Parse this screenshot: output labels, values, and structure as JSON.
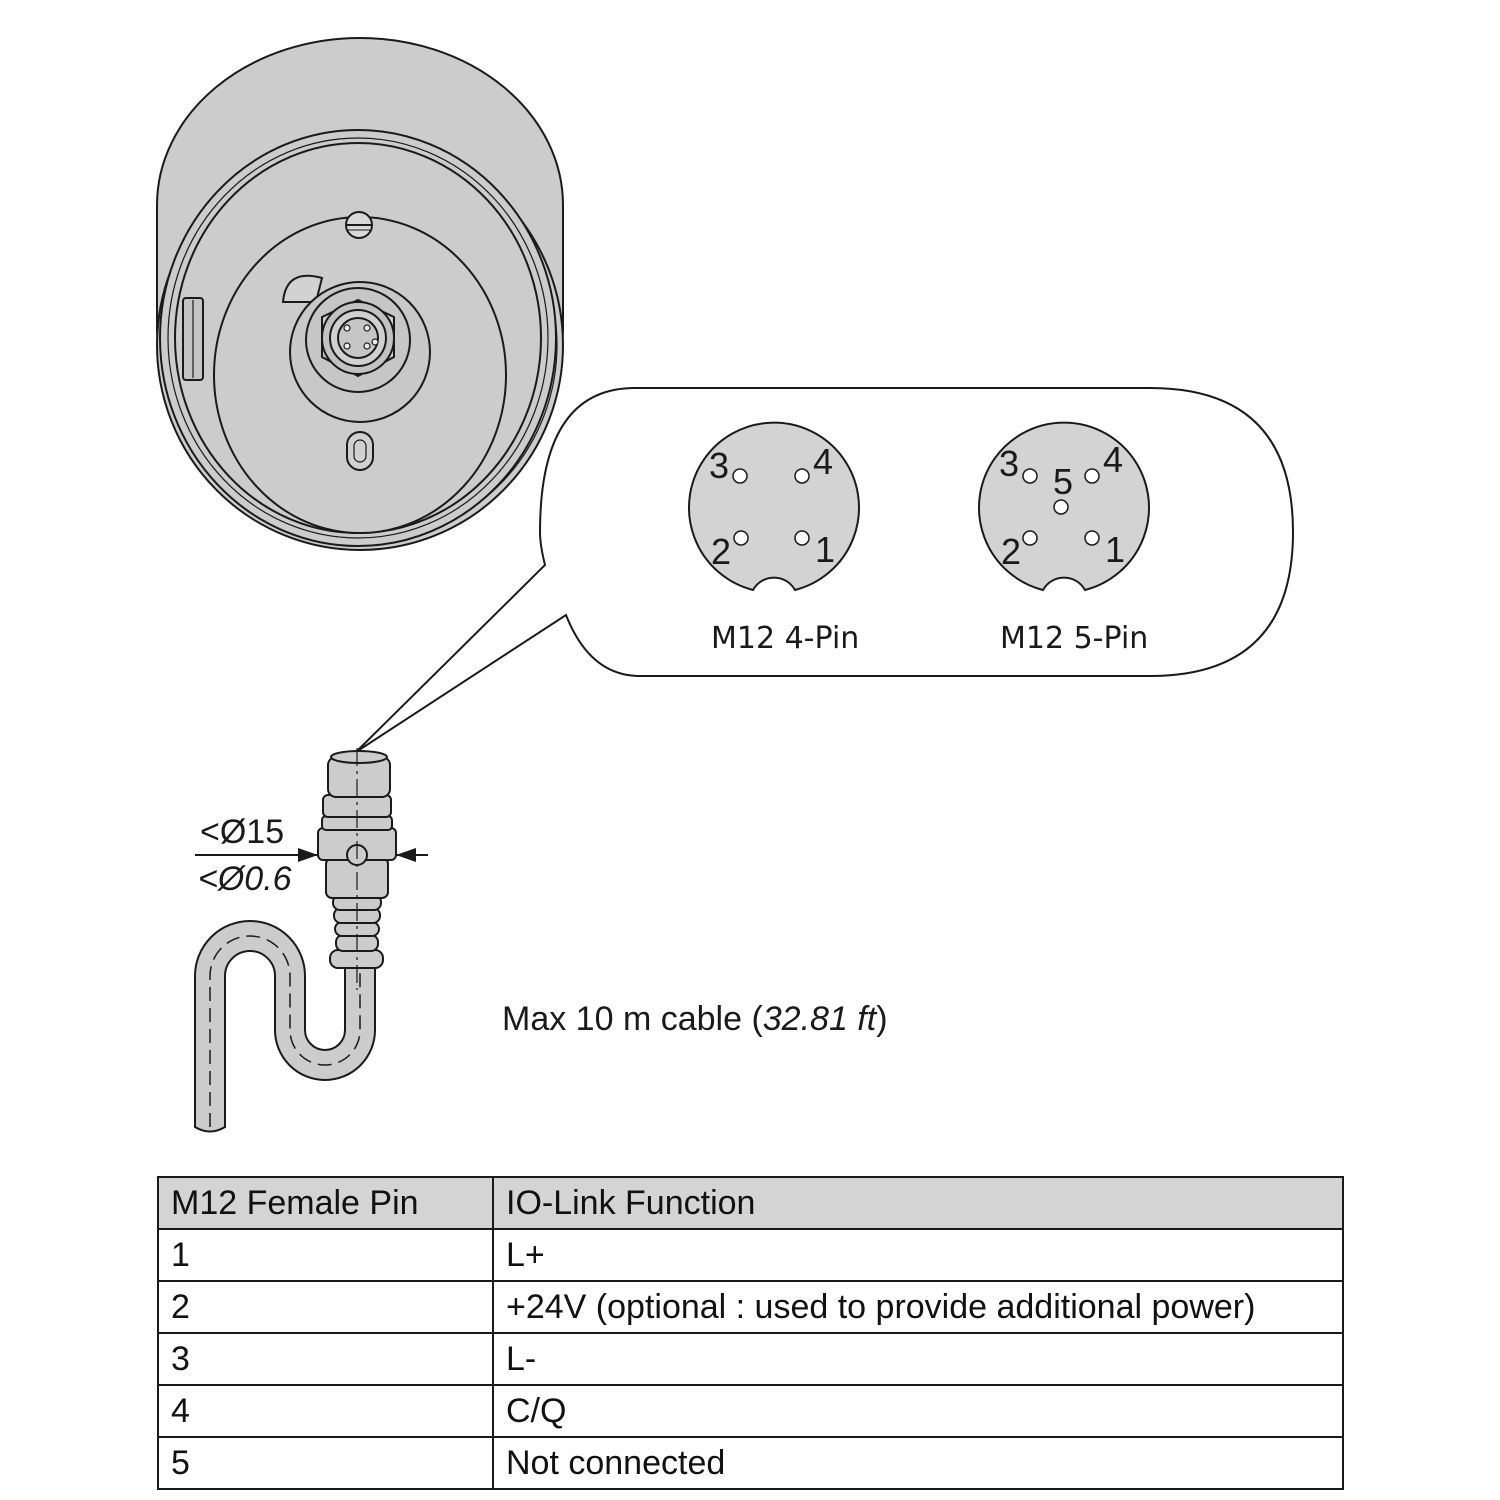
{
  "connectors": [
    {
      "label": "M12 4-Pin",
      "pins": [
        "3",
        "4",
        "2",
        "1"
      ]
    },
    {
      "label": "M12 5-Pin",
      "pins": [
        "3",
        "5",
        "4",
        "2",
        "1"
      ]
    }
  ],
  "dimension": {
    "outer": "<Ø15",
    "inner": "<Ø0.6"
  },
  "cable": {
    "text_prefix": "Max 10 m cable (",
    "text_italic": "32.81 ft",
    "text_suffix": ")"
  },
  "table": {
    "headers": [
      "M12 Female Pin",
      "IO-Link Function"
    ],
    "rows": [
      [
        "1",
        "L+"
      ],
      [
        "2",
        "+24V (optional : used to provide additional power)"
      ],
      [
        "3",
        "L-"
      ],
      [
        "4",
        "C/Q"
      ],
      [
        "5",
        "Not connected"
      ]
    ]
  }
}
